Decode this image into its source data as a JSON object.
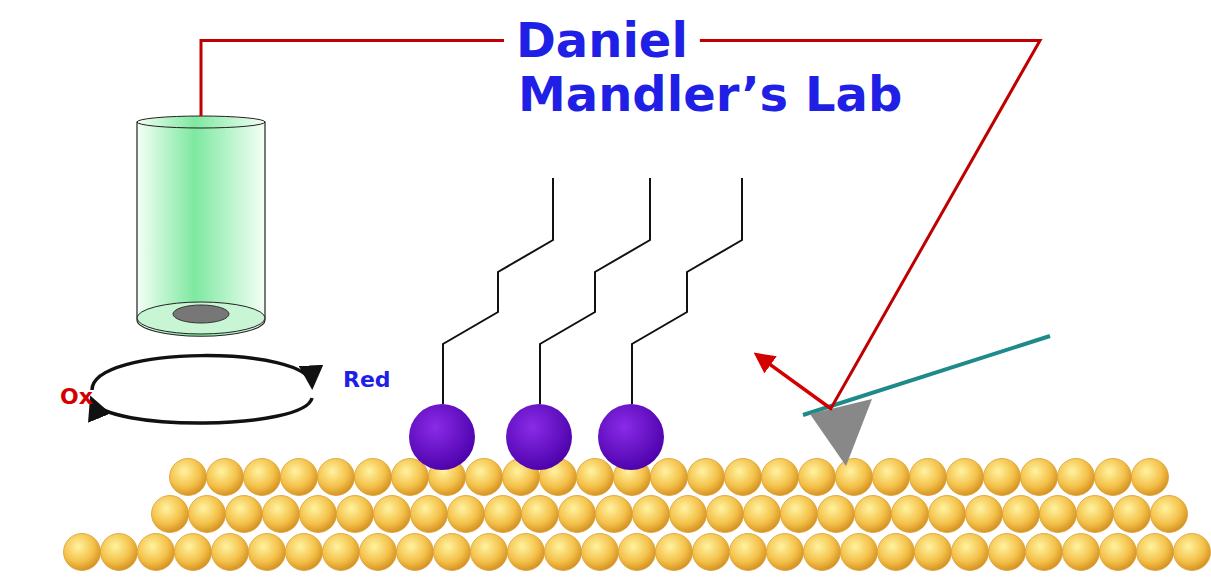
{
  "diagram": {
    "labels": [
      "Daniel",
      "Mandler’s Lab",
      "Ox",
      "Red"
    ]
  }
}
